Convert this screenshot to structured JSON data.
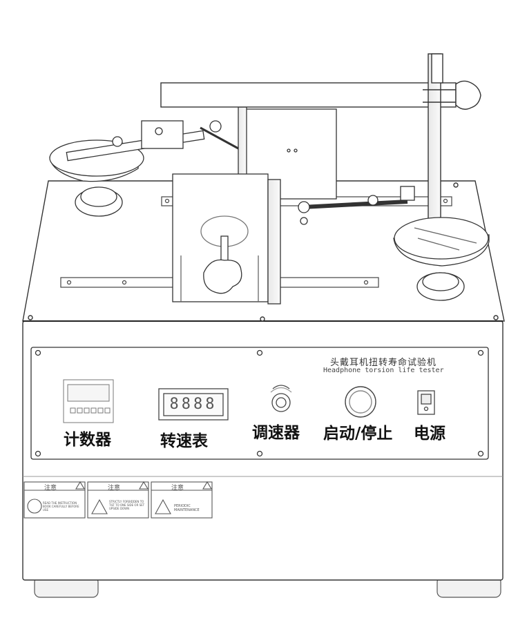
{
  "panel": {
    "title_cn": "头戴耳机扭转寿命试验机",
    "title_en": "Headphone torsion life tester"
  },
  "controls": {
    "counter_label": "计数器",
    "tachometer_label": "转速表",
    "tachometer_display": "8888",
    "speed_label": "调速器",
    "start_stop_label": "启动/停止",
    "power_label": "电源"
  },
  "warnings": [
    {
      "heading": "注意",
      "text": "READ THE INSTRUCTION BOOK CAREFULLY BEFORE USE"
    },
    {
      "heading": "注意",
      "text": "STRICTLY FORBIDDEN TO TILT TO ONE SIDE OR SET UPSIDE DOWN"
    },
    {
      "heading": "注意",
      "text": "PERIODIC MAINTENANCE"
    }
  ],
  "colors": {
    "line": "#333333",
    "light_line": "#888888",
    "fill": "#ffffff"
  }
}
